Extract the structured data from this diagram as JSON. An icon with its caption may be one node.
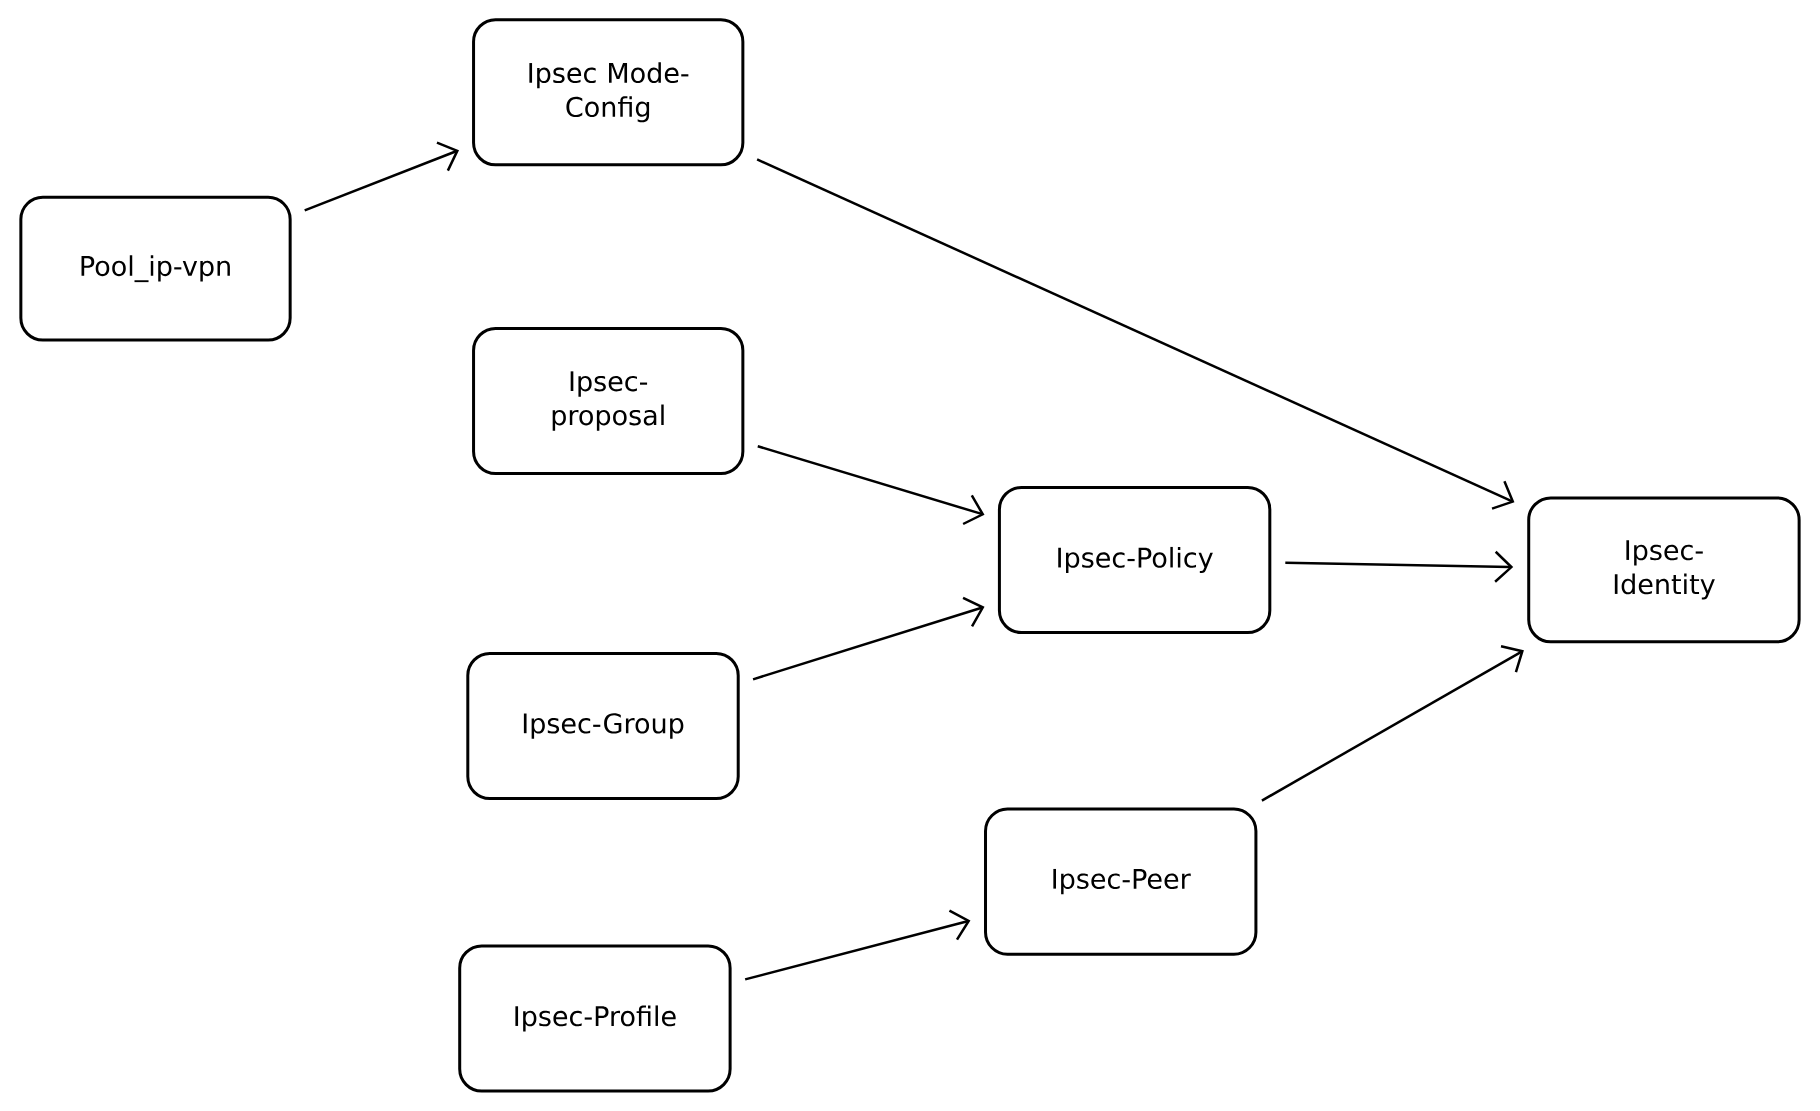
{
  "diagram": {
    "nodes": [
      {
        "text": [
          "Pool_ip-vpn"
        ]
      },
      {
        "text": [
          "Ipsec Mode-Config"
        ]
      },
      {
        "text": [
          "Ipsec-proposal"
        ]
      },
      {
        "text": [
          "Ipsec-Group"
        ]
      },
      {
        "text": [
          "Ipsec-Profile"
        ]
      },
      {
        "text": [
          "Ipsec-Policy"
        ]
      },
      {
        "text": [
          "Ipsec-Peer"
        ]
      },
      {
        "text": [
          "Ipsec-Identity"
        ]
      }
    ],
    "edges": [
      {
        "from": 0,
        "to": 1,
        "arrow": "to"
      },
      {
        "from": 1,
        "to": 7,
        "arrow": "to"
      },
      {
        "from": 2,
        "to": 5,
        "arrow": "to"
      },
      {
        "from": 3,
        "to": 5,
        "arrow": "to"
      },
      {
        "from": 5,
        "to": 7,
        "arrow": "to"
      },
      {
        "from": 4,
        "to": 6,
        "arrow": "to"
      },
      {
        "from": 6,
        "to": 7,
        "arrow": "to"
      }
    ]
  }
}
